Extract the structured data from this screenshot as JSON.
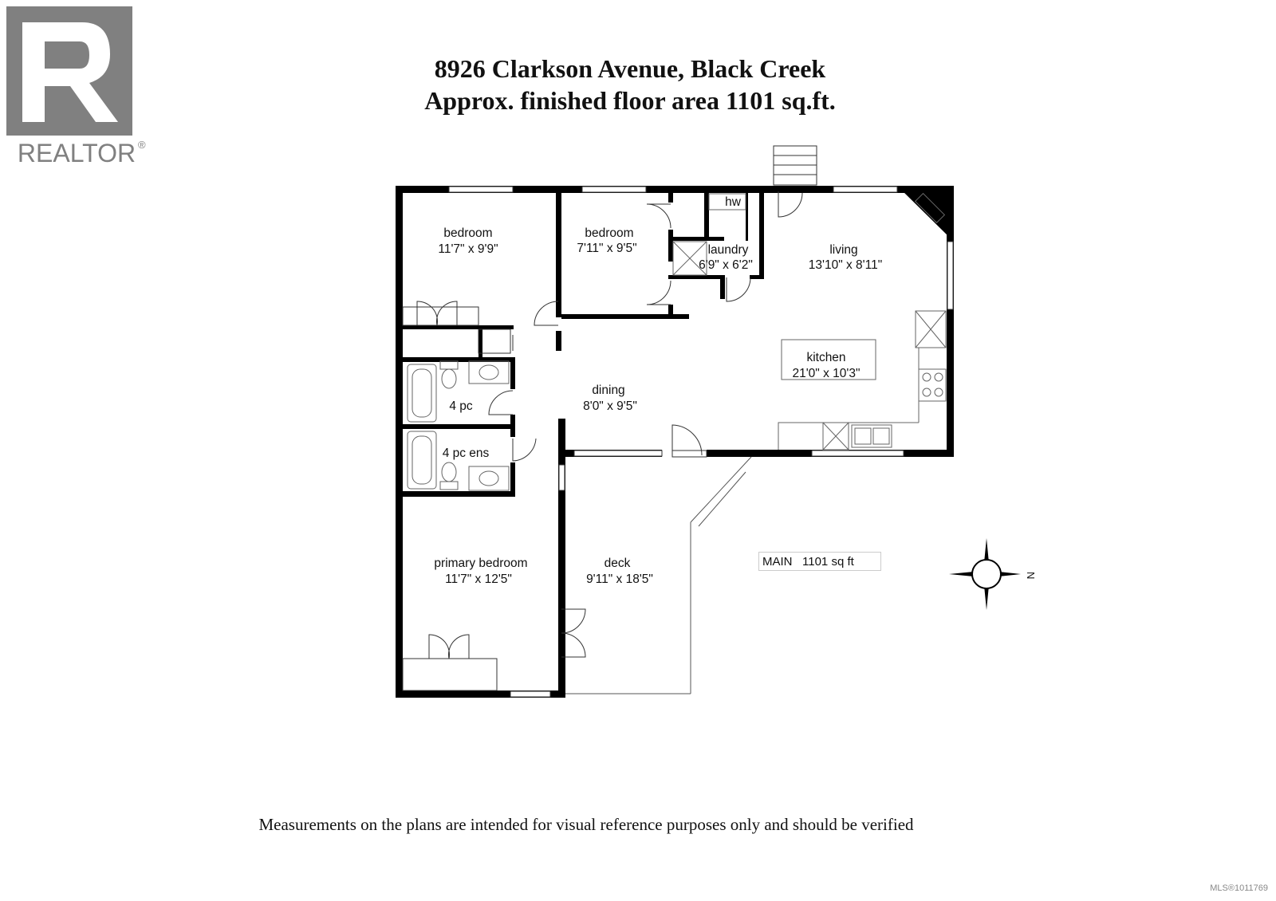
{
  "logo": {
    "wordmark": "REALTOR",
    "reg_mark": "®",
    "brand_color": "#808080"
  },
  "header": {
    "title_line1": "8926 Clarkson Avenue, Black Creek",
    "title_line2": "Approx. finished floor area 1101 sq.ft."
  },
  "rooms": {
    "bedroom1": {
      "name": "bedroom",
      "dims": "11'7\" x 9'9\""
    },
    "bedroom2": {
      "name": "bedroom",
      "dims": "7'11\" x 9'5\""
    },
    "hw": {
      "name": "hw"
    },
    "laundry": {
      "name": "laundry",
      "dims": "6'9\" x 6'2\""
    },
    "living": {
      "name": "living",
      "dims": "13'10\" x 8'11\""
    },
    "kitchen": {
      "name": "kitchen",
      "dims": "21'0\" x 10'3\""
    },
    "dining": {
      "name": "dining",
      "dims": "8'0\" x 9'5\""
    },
    "bath": {
      "name": "4 pc"
    },
    "ensuite": {
      "name": "4 pc ens"
    },
    "primary": {
      "name": "primary bedroom",
      "dims": "11'7\" x 12'5\""
    },
    "deck": {
      "name": "deck",
      "dims": "9'11\" x 18'5\""
    }
  },
  "area_summary": {
    "label": "MAIN",
    "value": "1101 sq ft"
  },
  "compass": {
    "north_label": "N"
  },
  "footer": {
    "disclaimer": "Measurements on the plans are intended for visual reference purposes only and should be verified",
    "mls": "MLS®1011769"
  },
  "colors": {
    "wall": "#000000",
    "fixture": "#666666",
    "background": "#ffffff"
  }
}
